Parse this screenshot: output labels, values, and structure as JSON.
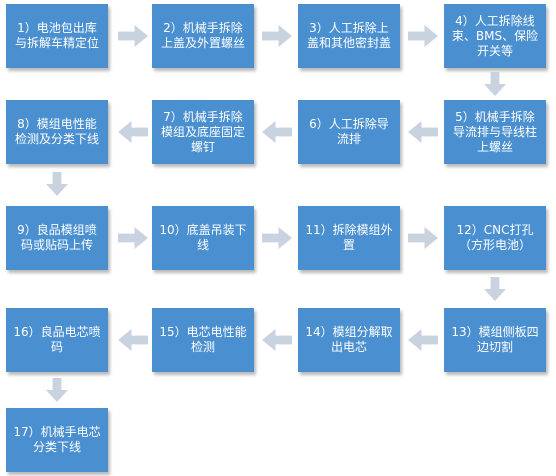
{
  "steps": [
    {
      "id": "1",
      "label": "1）电池包出库与拆解车精定位"
    },
    {
      "id": "2",
      "label": "2）机械手拆除上盖及外置螺丝"
    },
    {
      "id": "3",
      "label": "3）人工拆除上盖和其他密封盖"
    },
    {
      "id": "4",
      "label": "4）人工拆除线束、BMS、保险开关等"
    },
    {
      "id": "5",
      "label": "5）机械手拆除导流排与导线柱上螺丝"
    },
    {
      "id": "6",
      "label": "6）人工拆除导流排"
    },
    {
      "id": "7",
      "label": "7）机械手拆除模组及底座固定螺钉"
    },
    {
      "id": "8",
      "label": "8）模组电性能检测及分类下线"
    },
    {
      "id": "9",
      "label": "9）良品模组喷码或贴码上传"
    },
    {
      "id": "10",
      "label": "10）底盖吊装下线"
    },
    {
      "id": "11",
      "label": "11）拆除模组外置"
    },
    {
      "id": "12",
      "label": "12）CNC打孔（方形电池）"
    },
    {
      "id": "13",
      "label": "13）模组侧板四边切割"
    },
    {
      "id": "14",
      "label": "14）模组分解取出电芯"
    },
    {
      "id": "15",
      "label": "15）电芯电性能检测"
    },
    {
      "id": "16",
      "label": "16）良品电芯喷码"
    },
    {
      "id": "17",
      "label": "17）机械手电芯分类下线"
    }
  ],
  "colors": {
    "box": "#4a8fd0",
    "text": "#ffffff",
    "arrow": "#c9d3df",
    "background": "#ffffff"
  }
}
